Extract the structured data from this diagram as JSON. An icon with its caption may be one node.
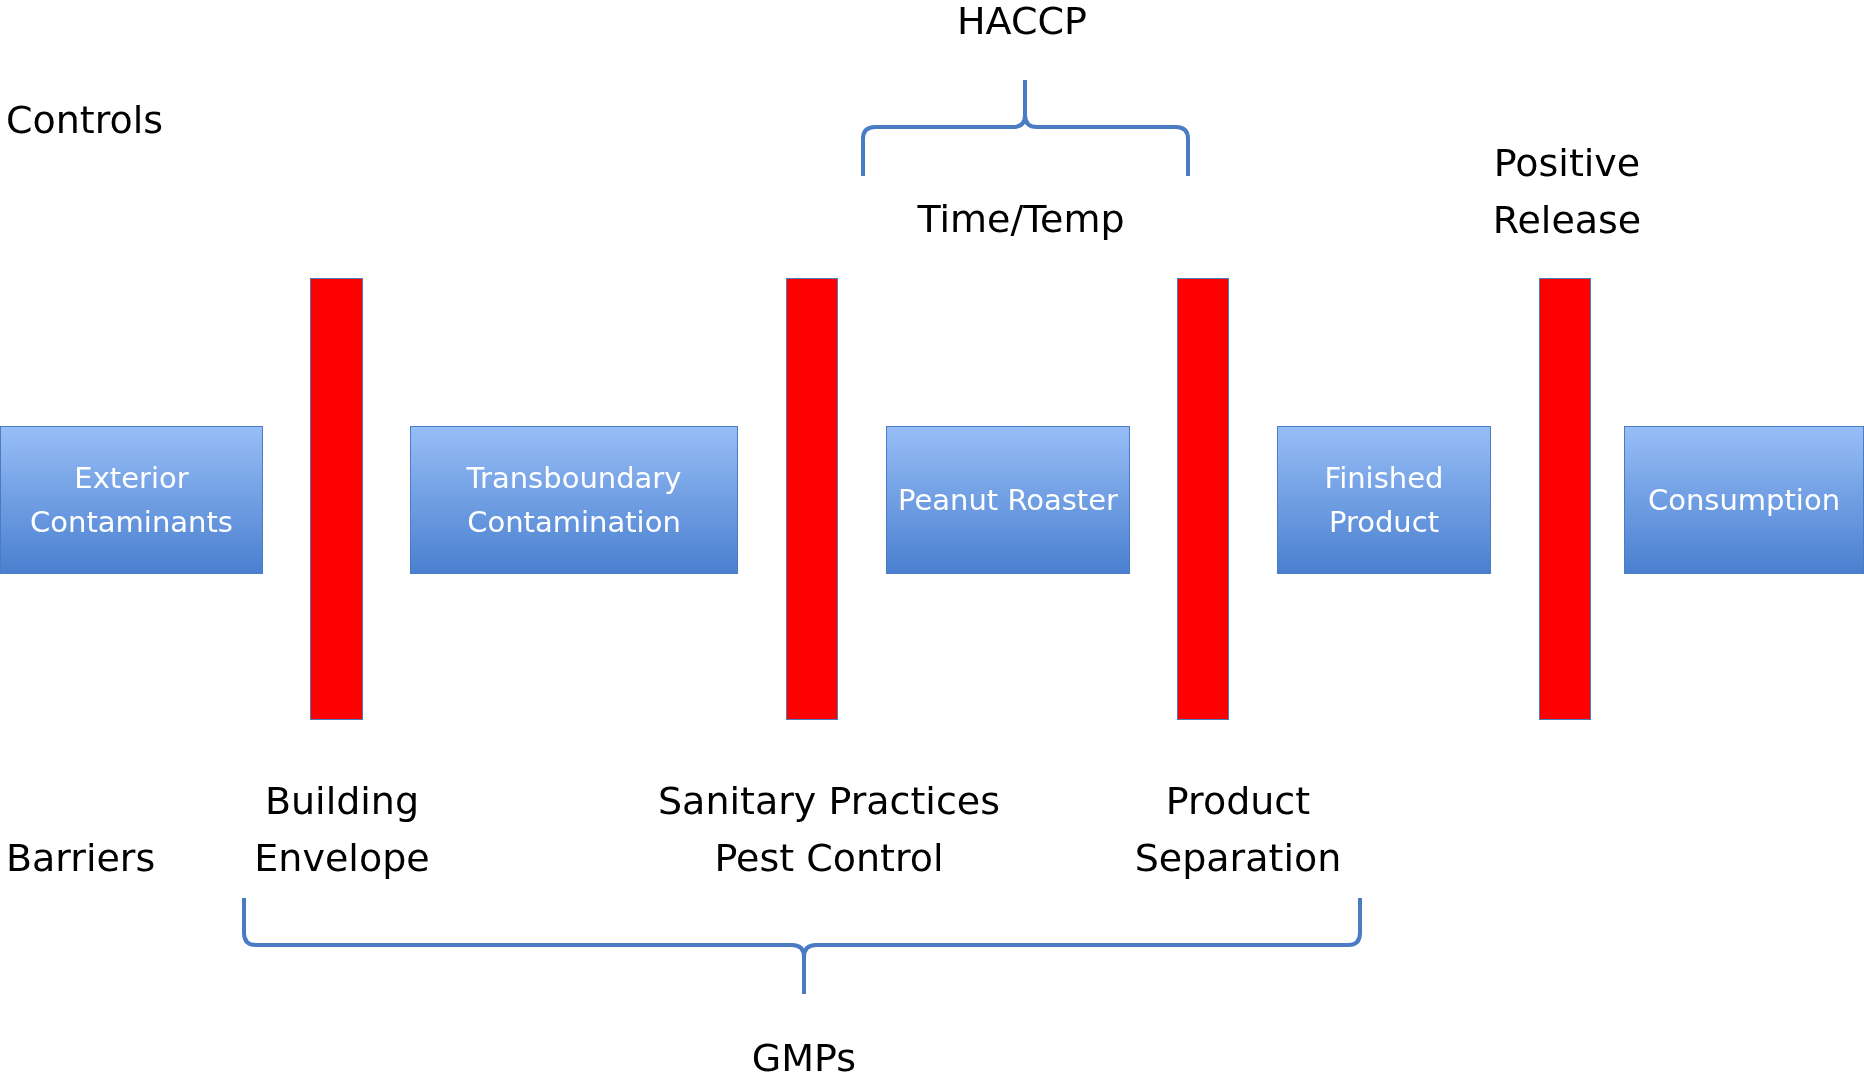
{
  "diagram": {
    "nodes": [
      {
        "text": [
          "Exterior Contaminants"
        ]
      },
      {
        "text": [],
        "shape": "bar"
      },
      {
        "text": [
          "Transboundary Contamination"
        ]
      },
      {
        "text": [],
        "shape": "bar"
      },
      {
        "text": [
          "Peanut Roaster"
        ]
      },
      {
        "text": [],
        "shape": "bar"
      },
      {
        "text": [
          "Finished Product"
        ]
      },
      {
        "text": [],
        "shape": "bar"
      },
      {
        "text": [
          "Consumption"
        ]
      }
    ],
    "edges": [],
    "labels": [
      "HACCP",
      "Controls",
      "Time/Temp",
      "Positive Release",
      "Building Envelope",
      "Sanitary Practices Pest Control",
      "Product Separation",
      "Barriers",
      "GMPs"
    ]
  }
}
